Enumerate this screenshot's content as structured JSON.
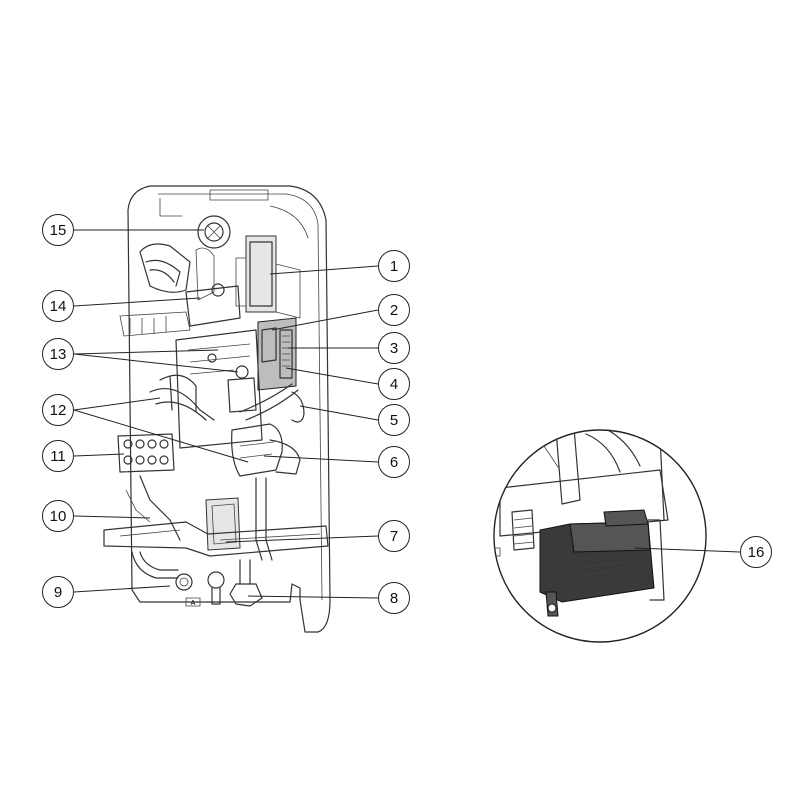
{
  "callouts": {
    "c1": "1",
    "c2": "2",
    "c3": "3",
    "c4": "4",
    "c5": "5",
    "c6": "6",
    "c7": "7",
    "c8": "8",
    "c9": "9",
    "c10": "10",
    "c11": "11",
    "c12": "12",
    "c13": "13",
    "c14": "14",
    "c15": "15",
    "c16": "16"
  },
  "colors": {
    "ink": "#222222",
    "module_fill": "#3a3a3a",
    "background": "#ffffff"
  }
}
